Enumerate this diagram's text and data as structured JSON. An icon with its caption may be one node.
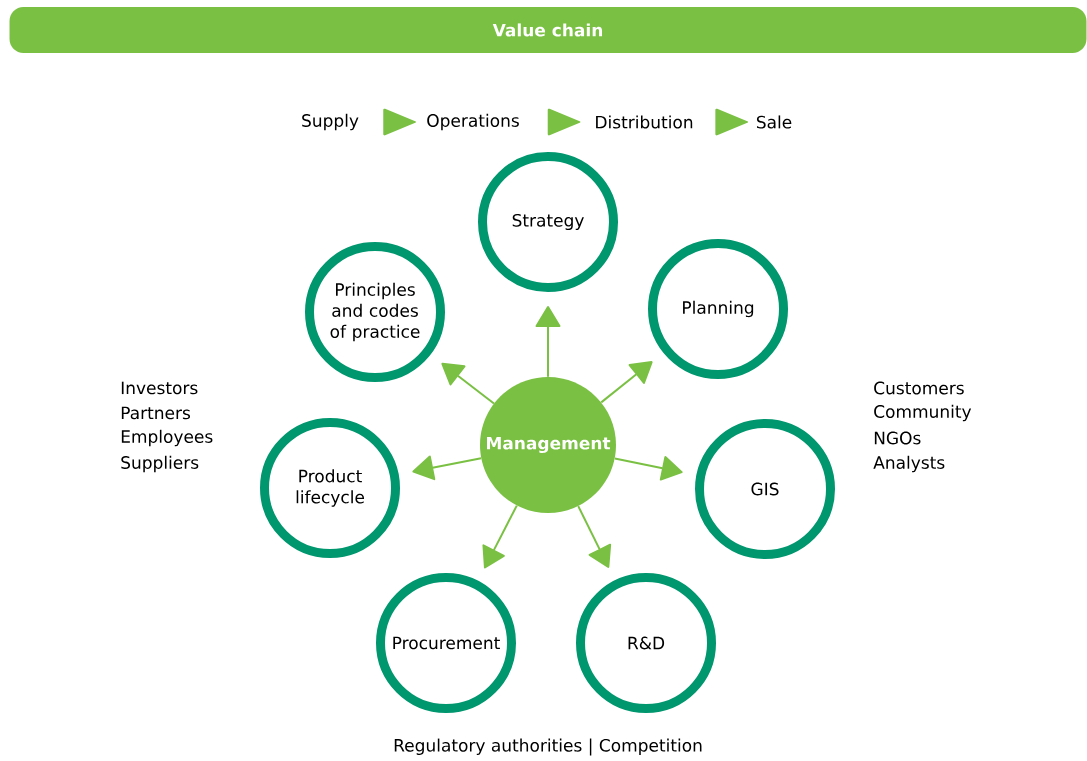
{
  "diagram": {
    "title": "Value chain",
    "nodes": [
      {
        "text": [
          "Supply"
        ]
      },
      {
        "text": [
          "Operations"
        ]
      },
      {
        "text": [
          "Distribution"
        ]
      },
      {
        "text": [
          "Sale"
        ]
      },
      {
        "text": [
          "Strategy"
        ]
      },
      {
        "text": [
          "Principles and codes of practice"
        ]
      },
      {
        "text": [
          "Planning"
        ]
      },
      {
        "text": [
          "Management"
        ]
      },
      {
        "text": [
          "Product lifecycle"
        ]
      },
      {
        "text": [
          "GIS"
        ]
      },
      {
        "text": [
          "Procurement"
        ]
      },
      {
        "text": [
          "R&D"
        ]
      }
    ],
    "edges": [
      {
        "from": 0,
        "to": 1,
        "arrow": "to"
      },
      {
        "from": 1,
        "to": 2,
        "arrow": "to"
      },
      {
        "from": 2,
        "to": 3,
        "arrow": "to"
      },
      {
        "from": 7,
        "to": 4,
        "arrow": "to"
      },
      {
        "from": 7,
        "to": 5,
        "arrow": "to"
      },
      {
        "from": 7,
        "to": 6,
        "arrow": "to"
      },
      {
        "from": 7,
        "to": 8,
        "arrow": "to"
      },
      {
        "from": 7,
        "to": 9,
        "arrow": "to"
      },
      {
        "from": 7,
        "to": 10,
        "arrow": "to"
      },
      {
        "from": 7,
        "to": 11,
        "arrow": "to"
      }
    ],
    "labels": [
      "Investors",
      "Partners",
      "Employees",
      "Suppliers",
      "Customers",
      "Community",
      "NGOs",
      "Analysts",
      "Regulatory authorities | Competition"
    ]
  }
}
